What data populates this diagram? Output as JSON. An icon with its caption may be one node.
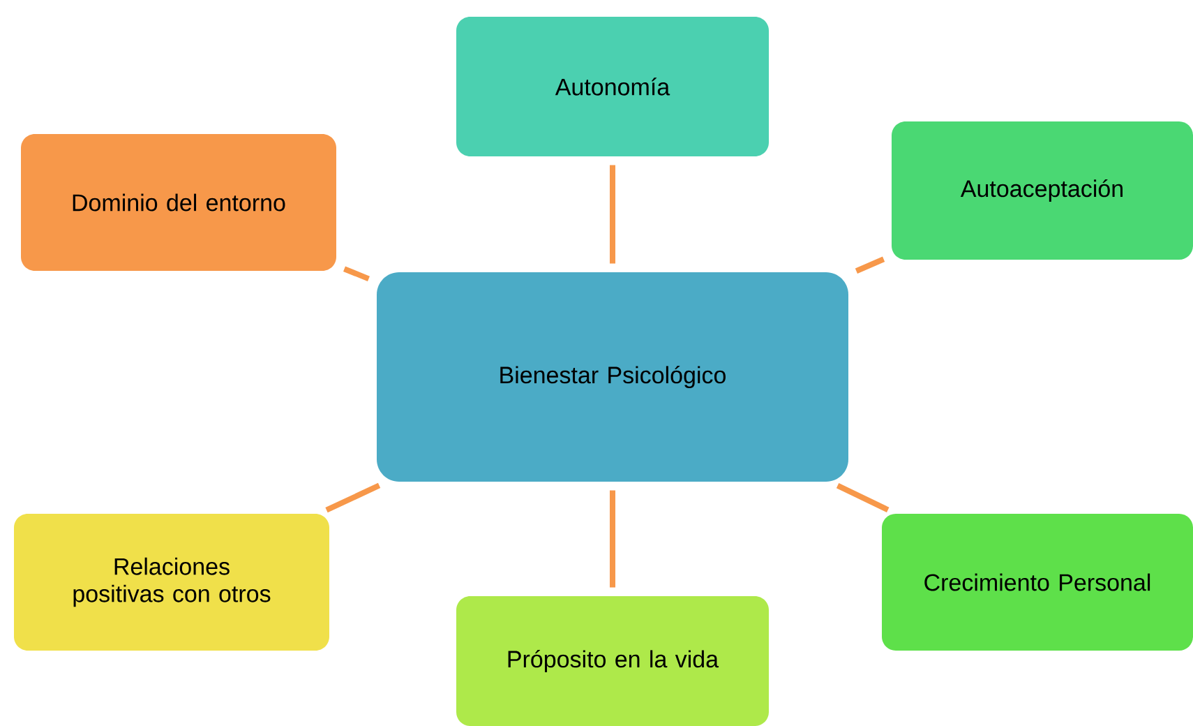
{
  "diagram": {
    "nodes": [
      {
        "text": [
          "Bienestar Psicológico"
        ]
      },
      {
        "text": [
          "Autonomía"
        ]
      },
      {
        "text": [
          "Dominio del entorno"
        ]
      },
      {
        "text": [
          "Autoaceptación"
        ]
      },
      {
        "text": [
          "Relaciones positivas con otros"
        ]
      },
      {
        "text": [
          "Próposito en la vida"
        ]
      },
      {
        "text": [
          "Crecimiento Personal"
        ]
      }
    ],
    "edges": [
      {
        "from": 0,
        "to": 1,
        "arrow": "none"
      },
      {
        "from": 0,
        "to": 2,
        "arrow": "none"
      },
      {
        "from": 0,
        "to": 3,
        "arrow": "none"
      },
      {
        "from": 0,
        "to": 4,
        "arrow": "none"
      },
      {
        "from": 0,
        "to": 5,
        "arrow": "none"
      },
      {
        "from": 0,
        "to": 6,
        "arrow": "none"
      }
    ]
  }
}
